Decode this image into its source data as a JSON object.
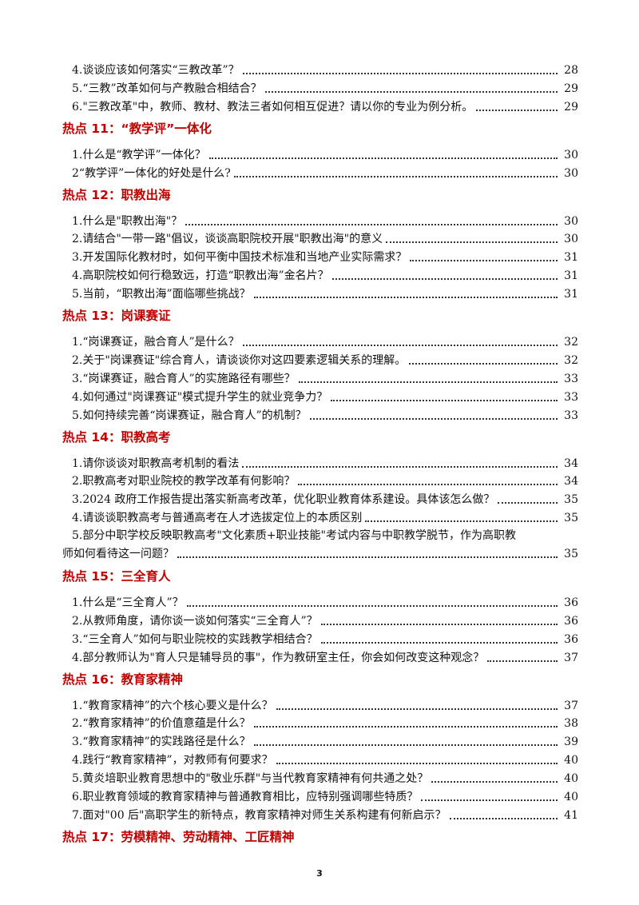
{
  "toc": {
    "top_entries": [
      {
        "text": "4.谈谈应该如何落实“三教改革”？",
        "page": "28"
      },
      {
        "text": "5.“三教”改革如何与产教融合相结合？",
        "page": "29"
      },
      {
        "text": "6.\"三教改革\"中，教师、教材、教法三者如何相互促进？请以你的专业为例分析。",
        "page": "29"
      }
    ],
    "sections": [
      {
        "heading": "热点 11：“教学评”一体化",
        "entries": [
          {
            "text": "1.什么是“教学评”一体化？",
            "page": "30"
          },
          {
            "text": "2“教学评”一体化的好处是什么?",
            "page": "30"
          }
        ]
      },
      {
        "heading": "热点 12：职教出海",
        "entries": [
          {
            "text": "1.什么是\"职教出海\"？",
            "page": "30"
          },
          {
            "text": "2.请结合\"一带一路\"倡议，谈谈高职院校开展\"职教出海\"的意义",
            "page": "30"
          },
          {
            "text": "3.开发国际化教材时，如何平衡中国技术标准和当地产业实际需求？",
            "page": "31"
          },
          {
            "text": "4.高职院校如何行稳致远，打造“职教出海”金名片？",
            "page": "31"
          },
          {
            "text": "5.当前，“职教出海”面临哪些挑战？",
            "page": "31"
          }
        ]
      },
      {
        "heading": "热点 13：岗课赛证",
        "entries": [
          {
            "text": "1.“岗课赛证，融合育人”是什么？",
            "page": "32"
          },
          {
            "text": "2.关于\"岗课赛证\"综合育人，请谈谈你对这四要素逻辑关系的理解。",
            "page": "32"
          },
          {
            "text": "3.“岗课赛证，融合育人”的实施路径有哪些？",
            "page": "33"
          },
          {
            "text": "4.如何通过\"岗课赛证\"模式提升学生的就业竞争力？",
            "page": "33"
          },
          {
            "text": "5.如何持续完善“岗课赛证，融合育人”的机制？",
            "page": "33"
          }
        ]
      },
      {
        "heading": "热点 14：职教高考",
        "entries": [
          {
            "text": "1.请你谈谈对职教高考机制的看法",
            "page": "34"
          },
          {
            "text": "2.职教高考对职业院校的教学改革有何影响？",
            "page": "34"
          },
          {
            "text": "3.2024 政府工作报告提出落实新高考改革，优化职业教育体系建设。具体该怎么做？",
            "page": "35"
          },
          {
            "text": "4.请谈谈职教高考与普通高考在人才选拔定位上的本质区别",
            "page": "35"
          },
          {
            "text": "5.部分中职学校反映职教高考\"文化素质+职业技能\"考试内容与中职教学脱节，作为高职教",
            "text2": "师如何看待这一问题？",
            "page": "35"
          }
        ]
      },
      {
        "heading": "热点 15：三全育人",
        "entries": [
          {
            "text": "1.什么是“三全育人”？",
            "page": "36"
          },
          {
            "text": "2.从教师角度，请你谈一谈如何落实“三全育人”？",
            "page": "36"
          },
          {
            "text": "3.“三全育人”如何与职业院校的实践教学相结合？",
            "page": "36"
          },
          {
            "text": "4.部分教师认为\"育人只是辅导员的事\"，作为教研室主任，你会如何改变这种观念？",
            "page": "37"
          }
        ]
      },
      {
        "heading": "热点 16：教育家精神",
        "entries": [
          {
            "text": "1.“教育家精神”的六个核心要义是什么？",
            "page": "37"
          },
          {
            "text": "2.“教育家精神”的价值意蕴是什么？",
            "page": "38"
          },
          {
            "text": "3.“教育家精神”的实践路径是什么？",
            "page": "39"
          },
          {
            "text": "4.践行“教育家精神”，对教师有何要求？",
            "page": "40"
          },
          {
            "text": "5.黄炎培职业教育思想中的\"敬业乐群\"与当代教育家精神有何共通之处？",
            "page": "40"
          },
          {
            "text": "6.职业教育领域的教育家精神与普通教育相比，应特别强调哪些特质？",
            "page": "40"
          },
          {
            "text": "7.面对\"00 后\"高职学生的新特点，教育家精神对师生关系构建有何新启示？",
            "page": "41"
          }
        ]
      },
      {
        "heading": "热点 17：劳模精神、劳动精神、工匠精神",
        "entries": []
      }
    ]
  },
  "footer": {
    "page_number": "3"
  },
  "colors": {
    "heading": "#c00000",
    "text": "#111111",
    "background": "#ffffff"
  }
}
